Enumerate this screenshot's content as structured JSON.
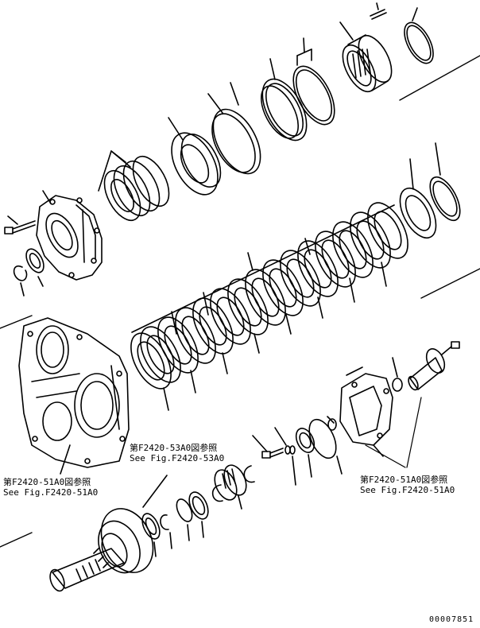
{
  "references": {
    "fig_53": {
      "jp": "第F2420-53A0図参照",
      "en": "See Fig.F2420-53A0"
    },
    "fig_51_left": {
      "jp": "第F2420-51A0図参照",
      "en": "See Fig.F2420-51A0"
    },
    "fig_51_right": {
      "jp": "第F2420-51A0図参照",
      "en": "See Fig.F2420-51A0"
    }
  },
  "drawing_number": "00007851"
}
